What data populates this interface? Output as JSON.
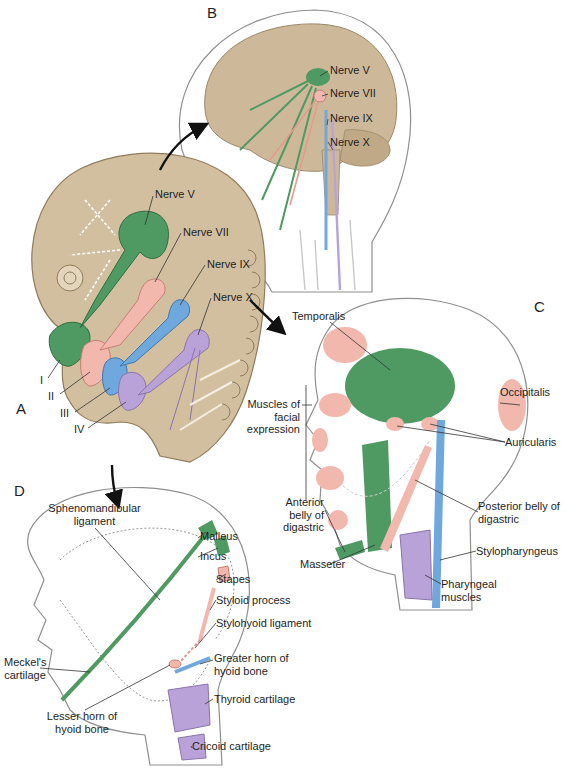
{
  "diagram": {
    "labels": [
      "B",
      "Nerve V",
      "Nerve VII",
      "Nerve IX",
      "Nerve X",
      "Nerve V",
      "Nerve VII",
      "Nerve IX",
      "Nerve X",
      "A",
      "I",
      "II",
      "III",
      "IV",
      "C",
      "Temporalis",
      "Muscles of facial expression",
      "Occipitalis",
      "Auricularis",
      "Anterior belly of digastric",
      "Posterior belly of digastric",
      "Masseter",
      "Stylopharyngeus",
      "Pharyngeal muscles",
      "D",
      "Sphenomandibular ligament",
      "Malleus",
      "Incus",
      "Stapes",
      "Styloid process",
      "Stylohyoid ligament",
      "Meckel's cartilage",
      "Greater horn of hyoid bone",
      "Lesser horn of hyoid bone",
      "Thyroid cartilage",
      "Cricoid cartilage"
    ]
  }
}
